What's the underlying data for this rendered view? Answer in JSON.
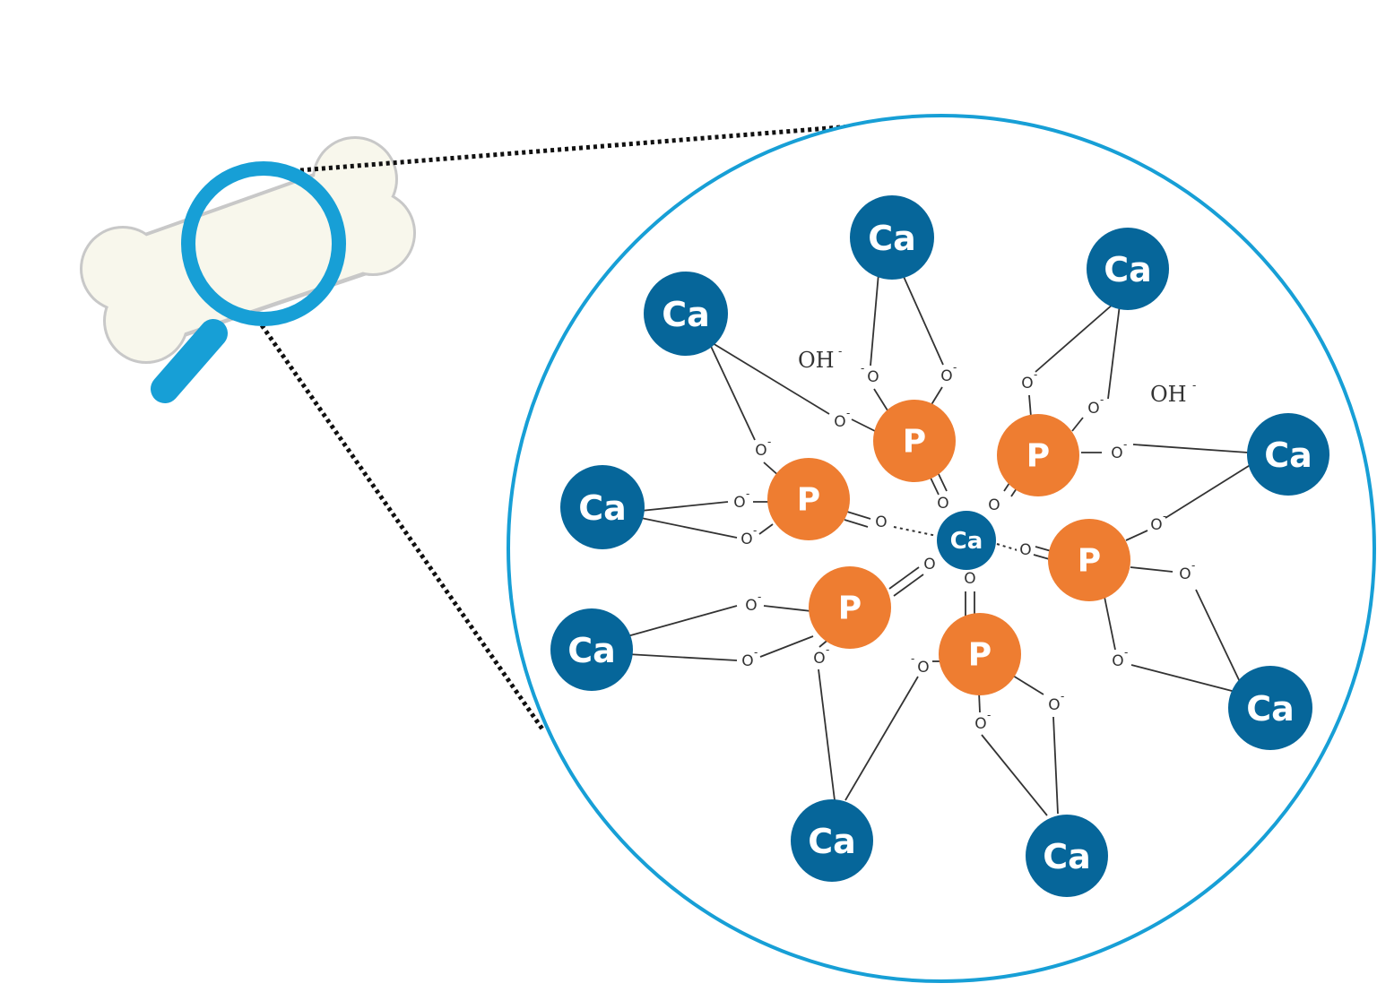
{
  "colors": {
    "calcium": "#06669a",
    "phosphorus": "#ee7d31",
    "ring": "#179fd6",
    "bone_fill": "#f8f7ec",
    "bone_stroke": "#c8c8c8",
    "bond": "#333333",
    "leader": "#111111"
  },
  "icons": [
    "bone-icon",
    "magnifier-icon"
  ],
  "labels": {
    "calcium": "Ca",
    "phosphorus": "P",
    "oxygen": "O",
    "charge": "-",
    "hydroxide": "OH",
    "hydroxide_charge": "-"
  }
}
